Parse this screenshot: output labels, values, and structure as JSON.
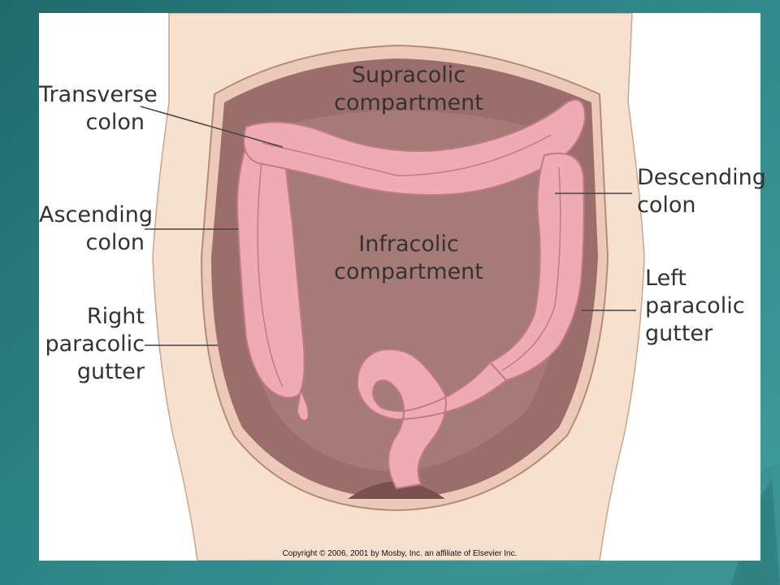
{
  "labels": {
    "transverse_colon": [
      "Transverse",
      "colon"
    ],
    "ascending_colon": [
      "Ascending",
      "colon"
    ],
    "right_paracolic_gutter": [
      "Right",
      "paracolic",
      "gutter"
    ],
    "supracolic_compartment": [
      "Supracolic",
      "compartment"
    ],
    "infracolic_compartment": [
      "Infracolic",
      "compartment"
    ],
    "descending_colon": [
      "Descending",
      "colon"
    ],
    "left_paracolic_gutter": [
      "Left",
      "paracolic",
      "gutter"
    ]
  },
  "copyright": "Copyright © 2006, 2001 by Mosby, Inc. an affiliate of Elsevier Inc.",
  "colors": {
    "background": "#2e8585",
    "panel": "#ffffff",
    "skin": "#f7dfcf",
    "cavity": "#9a6d6a",
    "colon": "#efaab3",
    "text": "#333333"
  }
}
